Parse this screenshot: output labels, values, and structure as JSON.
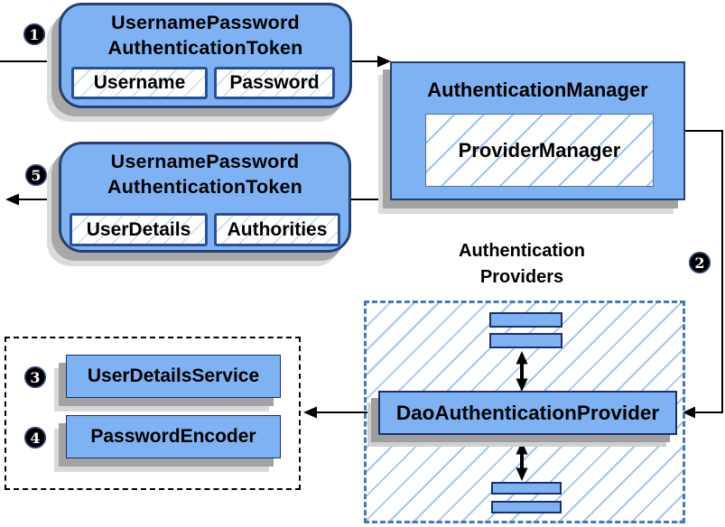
{
  "steps": {
    "one": "1",
    "two": "2",
    "three": "3",
    "four": "4",
    "five": "5"
  },
  "request_token": {
    "title_line1": "UsernamePassword",
    "title_line2": "AuthenticationToken",
    "field1": "Username",
    "field2": "Password"
  },
  "result_token": {
    "title_line1": "UsernamePassword",
    "title_line2": "AuthenticationToken",
    "field1": "UserDetails",
    "field2": "Authorities"
  },
  "authentication_manager": {
    "title": "AuthenticationManager",
    "inner": "ProviderManager"
  },
  "providers": {
    "heading_line1": "Authentication",
    "heading_line2": "Providers",
    "dao": "DaoAuthenticationProvider"
  },
  "services": {
    "user_details_service": "UserDetailsService",
    "password_encoder": "PasswordEncoder"
  },
  "colors": {
    "box_fill": "#7eb2f2",
    "box_border": "#26406f",
    "field_border": "#2a4e9e",
    "bar_border": "#1b2f6e",
    "hatch_line": "#a5c8f0",
    "dashed_border": "#4677be",
    "dotted_border": "#000000",
    "shadow": "#a8a8a8",
    "step_circle": "#000000",
    "step_text": "#ffffff",
    "arrow": "#000000"
  }
}
